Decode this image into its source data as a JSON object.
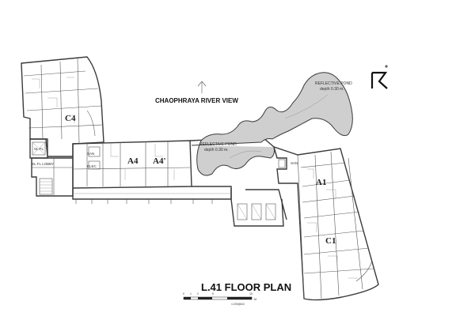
{
  "plan_title": "L.41  FLOOR PLAN",
  "river_view_label": "CHAOPHRAYA RIVER VIEW",
  "reflective_pond": {
    "label": "REFLECTIVE POND",
    "depth": "depth 0.30 m."
  },
  "units": {
    "c4": "C4",
    "a4": "A4",
    "a4_prime": "A4'",
    "a1": "A1",
    "c1": "C1"
  },
  "rooms": {
    "sl_fl": "SL.FL",
    "sl_fl_lobby": "SL.FL LOBBY",
    "san": "SAN",
    "elec": "ELEC"
  },
  "scale": {
    "ticks": [
      "0",
      "1",
      "2",
      "5",
      "10"
    ],
    "unit": "M.",
    "ratio": "1:200@A3"
  }
}
